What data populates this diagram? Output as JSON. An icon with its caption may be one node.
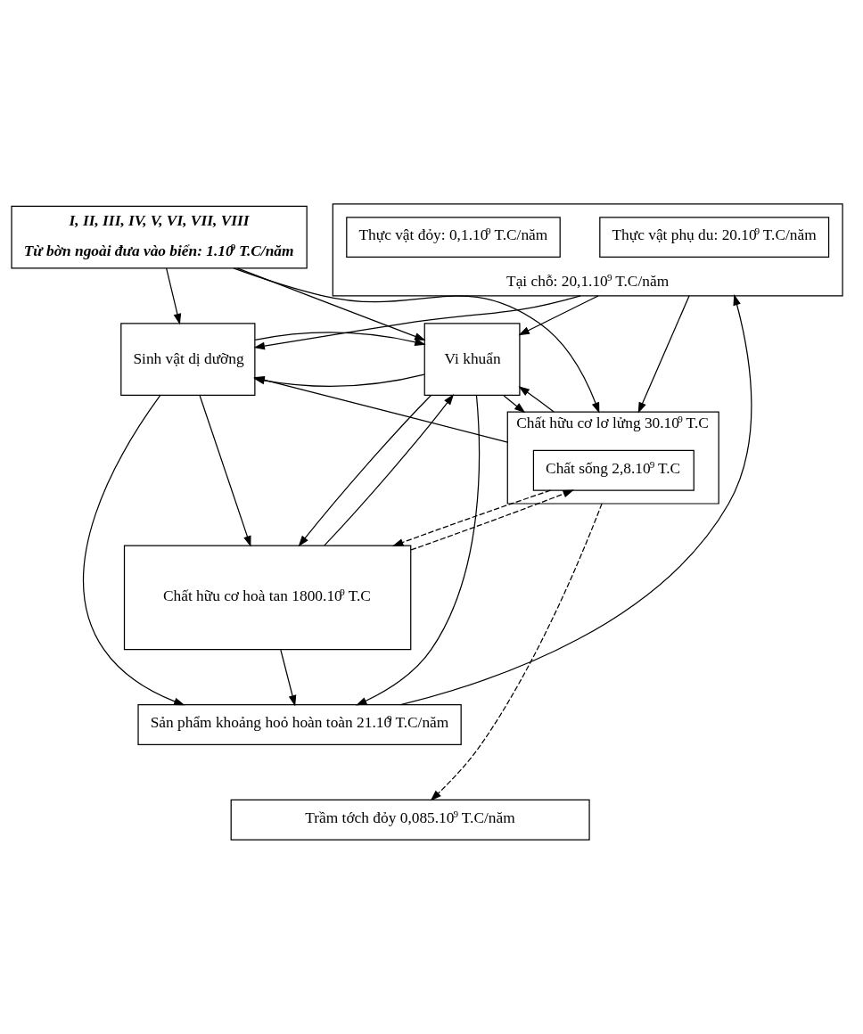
{
  "diagram": {
    "nodes": [
      {
        "text": [
          "Tại chỗ: 20,1.10$^{9}$ T.C/năm"
        ]
      },
      {
        "text": [
          "Thực vật phụ du: 20.10$^{9}$ T.C/năm"
        ],
        "in": 0
      },
      {
        "text": [
          "Thực vật đỏy: 0,1.10$^{9}$ T.C/năm"
        ],
        "in": 0
      },
      {
        "text": [
          "I, II, III, IV, V, VI, VII, VIII",
          "Từ bờn ngoài đưa vào biển: 1.10$^{9}$ T.C/năm"
        ]
      },
      {
        "text": [
          "Sinh vật dị dưỡng"
        ]
      },
      {
        "text": [
          "Chất hữu cơ lơ lửng 30.10$^{9}$ T.C"
        ]
      },
      {
        "text": [
          "Chất sống 2,8.10$^{9}$ T.C"
        ],
        "in": 5
      },
      {
        "text": [
          "Vi khuẩn"
        ]
      },
      {
        "text": [
          "Chất hữu cơ hoà tan 1800.10$^{9}$ T.C"
        ]
      },
      {
        "text": [
          "Sản phẩm khoảng hoỏ hoàn toàn 21.10$^{9}$ T.C/năm"
        ]
      },
      {
        "text": [
          "Trầm tớch đỏy 0,085.10$^{9}$ T.C/năm"
        ]
      }
    ],
    "edges": [
      {
        "from": 0,
        "to": 4,
        "arrow": "to"
      },
      {
        "from": 0,
        "to": 5,
        "arrow": "to"
      },
      {
        "from": 0,
        "to": 7,
        "arrow": "to"
      },
      {
        "from": 3,
        "to": 4,
        "arrow": "to"
      },
      {
        "from": 3,
        "to": 5,
        "arrow": "to"
      },
      {
        "from": 3,
        "to": 7,
        "arrow": "to"
      },
      {
        "from": 5,
        "to": 4,
        "arrow": "to"
      },
      {
        "from": 7,
        "to": 5,
        "arrow": "to"
      },
      {
        "from": 5,
        "to": 7,
        "arrow": "to"
      },
      {
        "from": 5,
        "to": 10,
        "arrow": "to",
        "style": "dashed"
      },
      {
        "from": 6,
        "to": 8,
        "arrow": "to",
        "style": "dashed"
      },
      {
        "from": 8,
        "to": 6,
        "arrow": "to",
        "style": "dashed"
      },
      {
        "from": 7,
        "to": 4,
        "arrow": "to"
      },
      {
        "from": 4,
        "to": 7,
        "arrow": "to"
      },
      {
        "from": 8,
        "to": 7,
        "arrow": "to"
      },
      {
        "from": 7,
        "to": 8,
        "arrow": "to"
      },
      {
        "from": 7,
        "to": 9,
        "arrow": "to"
      },
      {
        "from": 4,
        "to": 8,
        "arrow": "to"
      },
      {
        "from": 4,
        "to": 9,
        "arrow": "to"
      },
      {
        "from": 8,
        "to": 9,
        "arrow": "to"
      },
      {
        "from": 9,
        "to": 0,
        "arrow": "to"
      }
    ]
  }
}
